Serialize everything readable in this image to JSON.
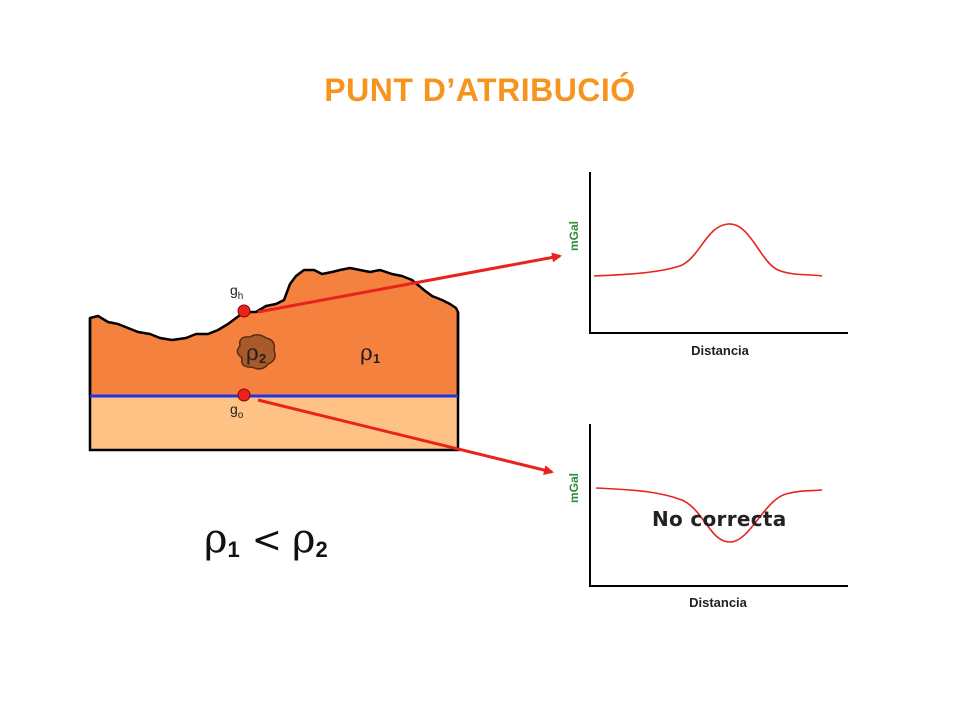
{
  "title": "PUNT D’ATRIBUCIÓ",
  "symbols": {
    "rho": "ρ",
    "less_than": "<"
  },
  "labels": {
    "rho1_sub": "1",
    "rho2_sub": "2",
    "gh_g": "g",
    "gh_sub": "h",
    "go_g": "g",
    "go_sub": "o"
  },
  "inequality": {
    "left_sub": "1",
    "right_sub": "2"
  },
  "graphs": [
    {
      "ylabel": "mGal",
      "xlabel": "Distancia",
      "anomaly": "positive"
    },
    {
      "ylabel": "mGal",
      "xlabel": "Distancia",
      "anomaly": "negative",
      "note": "No correcta"
    }
  ],
  "colors": {
    "title": "#f7941d",
    "upper_layer": "#f5813f",
    "lower_layer": "#ffc285",
    "datum_line": "#1f35e8",
    "arrows": "#e8231d",
    "curves": "#e8231d",
    "body": "#a85a2a"
  }
}
